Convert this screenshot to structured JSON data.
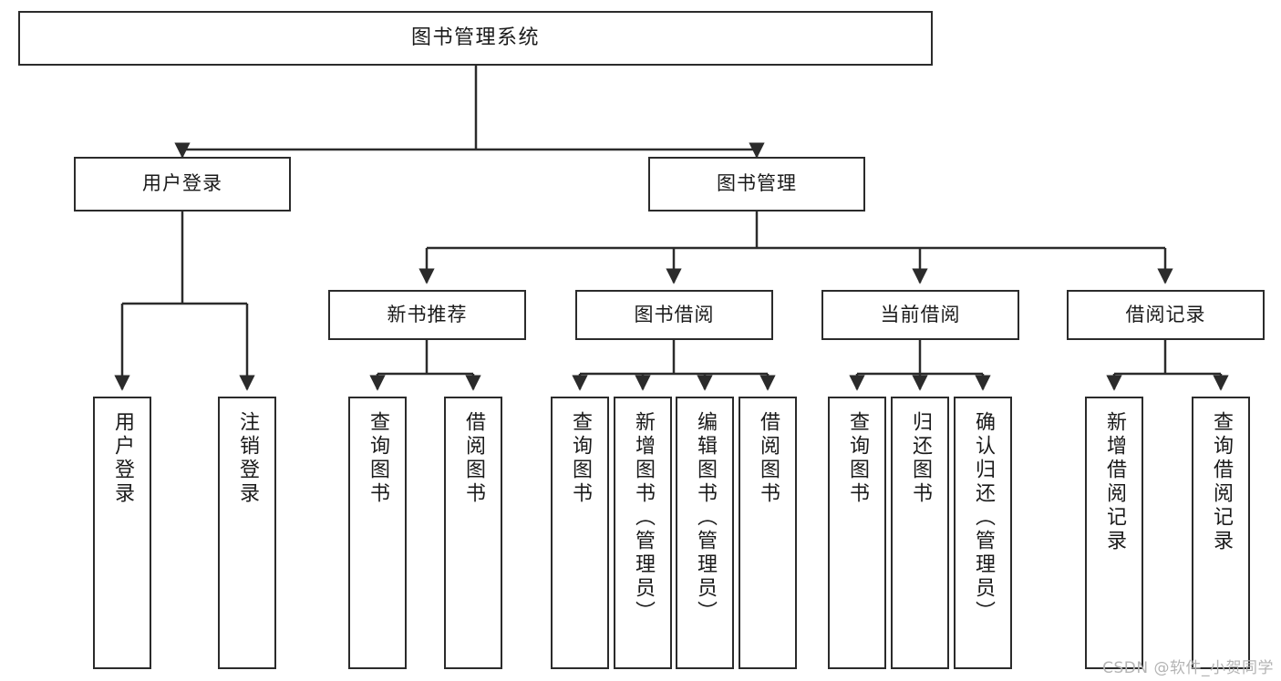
{
  "diagram": {
    "title": "图书管理系统",
    "watermark": "CSDN @软件_小贺同学",
    "theme": {
      "background": "#ffffff",
      "box_border": "#2b2b2b",
      "box_fill": "#ffffff",
      "edge_color": "#2b2b2b",
      "text_color": "#1a1a1a",
      "watermark_color": "#b4b4b4"
    },
    "nodes": {
      "root": {
        "label": "图书管理系统"
      },
      "user_login": {
        "label": "用户登录"
      },
      "book_manage": {
        "label": "图书管理"
      },
      "new_book_rec": {
        "label": "新书推荐"
      },
      "book_borrow": {
        "label": "图书借阅"
      },
      "current_borrow": {
        "label": "当前借阅"
      },
      "borrow_record": {
        "label": "借阅记录"
      },
      "leaf_user_login": {
        "label": "用户登录"
      },
      "leaf_logout": {
        "label": "注销登录"
      },
      "leaf_query_book_1": {
        "label": "查询图书"
      },
      "leaf_borrow_book_1": {
        "label": "借阅图书"
      },
      "leaf_query_book_2": {
        "label": "查询图书"
      },
      "leaf_add_book_admin": {
        "label": "新增图书（管理员）"
      },
      "leaf_edit_book_admin": {
        "label": "编辑图书（管理员）"
      },
      "leaf_borrow_book_2": {
        "label": "借阅图书"
      },
      "leaf_query_book_3": {
        "label": "查询图书"
      },
      "leaf_return_book": {
        "label": "归还图书"
      },
      "leaf_confirm_return_admin": {
        "label": "确认归还（管理员）"
      },
      "leaf_add_record": {
        "label": "新增借阅记录"
      },
      "leaf_query_record": {
        "label": "查询借阅记录"
      }
    },
    "hierarchy": {
      "图书管理系统": {
        "用户登录": [
          "用户登录",
          "注销登录"
        ],
        "图书管理": {
          "新书推荐": [
            "查询图书",
            "借阅图书"
          ],
          "图书借阅": [
            "查询图书",
            "新增图书（管理员）",
            "编辑图书（管理员）",
            "借阅图书"
          ],
          "当前借阅": [
            "查询图书",
            "归还图书",
            "确认归还（管理员）"
          ],
          "借阅记录": [
            "新增借阅记录",
            "查询借阅记录"
          ]
        }
      }
    }
  }
}
